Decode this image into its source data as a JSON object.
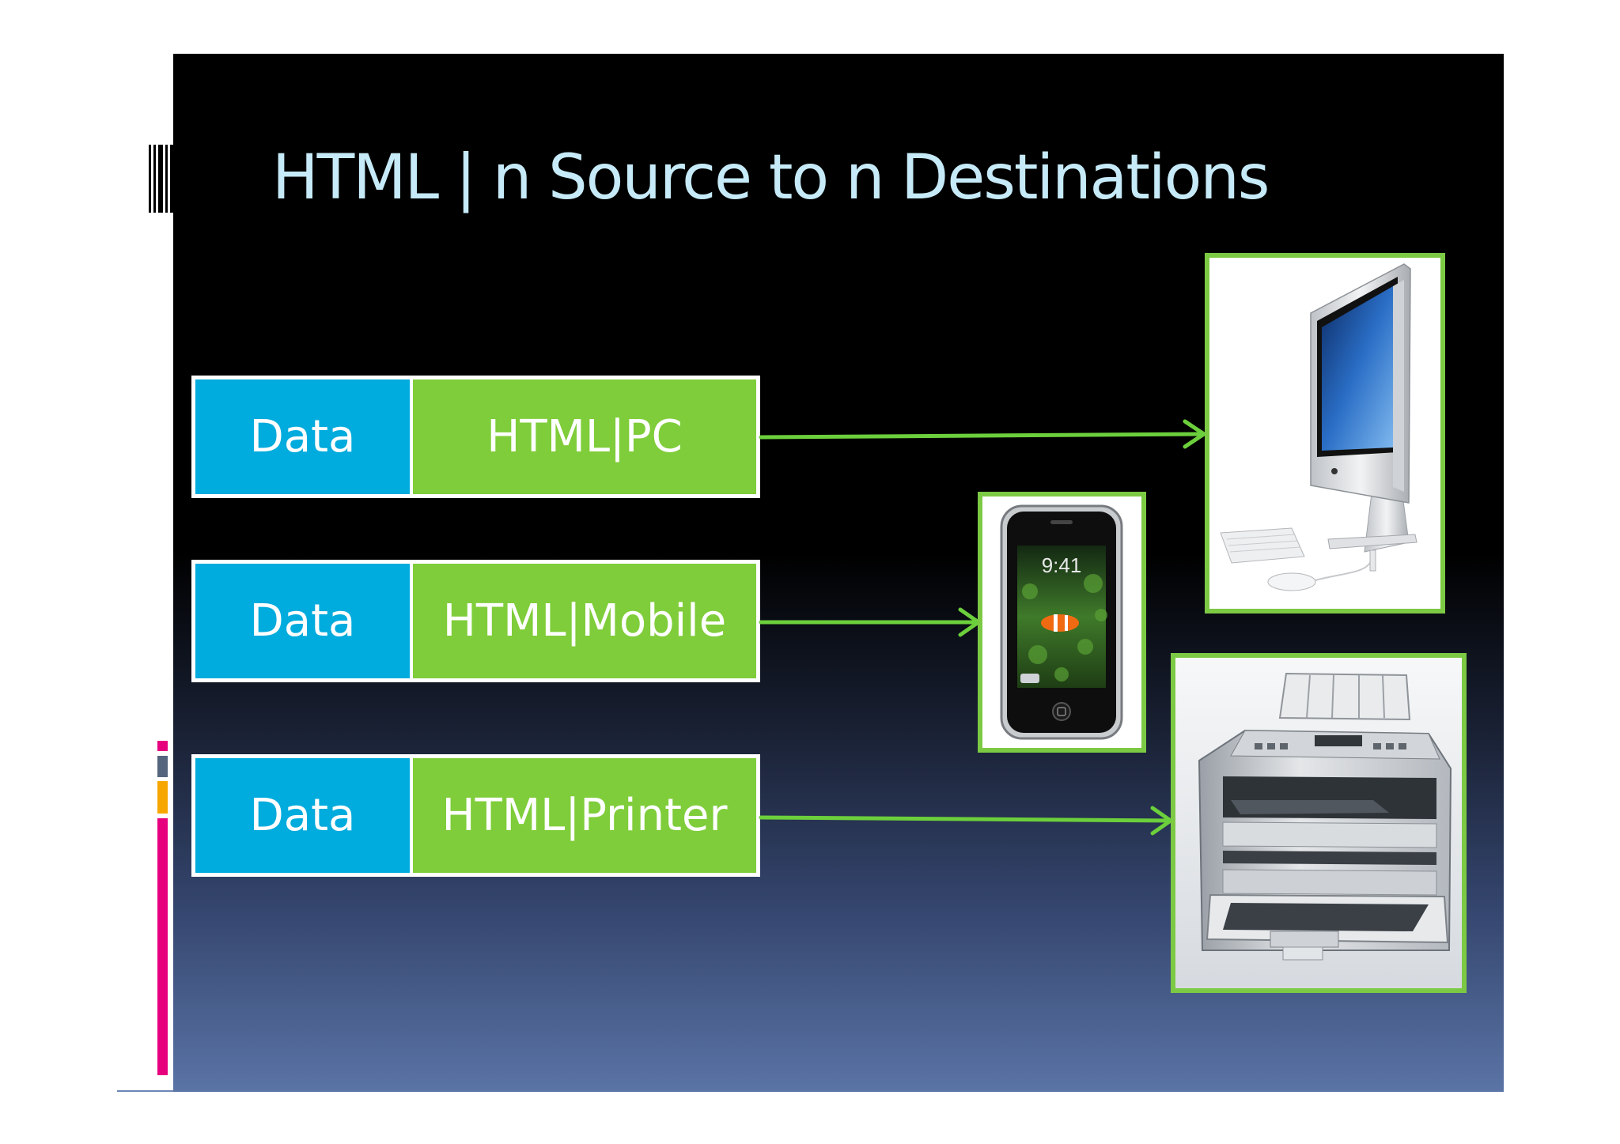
{
  "slide": {
    "title": "HTML | n Source to n Destinations"
  },
  "rows": [
    {
      "data_label": "Data",
      "html_label": "HTML|PC",
      "destination": "pc"
    },
    {
      "data_label": "Data",
      "html_label": "HTML|Mobile",
      "destination": "mobile"
    },
    {
      "data_label": "Data",
      "html_label": "HTML|Printer",
      "destination": "printer"
    }
  ],
  "destinations": {
    "pc": {
      "icon": "desktop-computer-icon"
    },
    "mobile": {
      "icon": "smartphone-icon",
      "screen_time": "9:41"
    },
    "printer": {
      "icon": "printer-icon"
    }
  },
  "colors": {
    "data_box": "#00abdd",
    "html_box": "#7fcd3a",
    "arrow": "#6ccf3c",
    "title": "#c6eaf7",
    "accent_pink": "#e6007e",
    "accent_gray": "#55657e",
    "accent_orange": "#f7a600"
  }
}
